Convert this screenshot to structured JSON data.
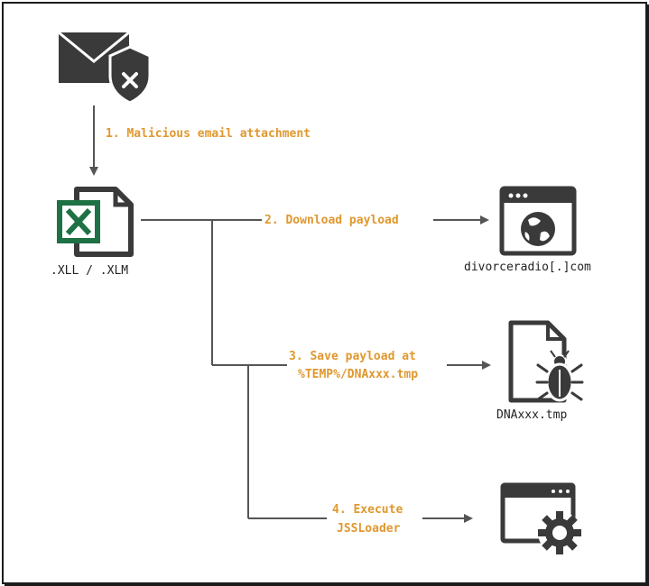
{
  "steps": {
    "step1": "1. Malicious email attachment",
    "step2": "2. Download payload",
    "step3_line1": "3. Save payload at",
    "step3_line2": "%TEMP%/DNAxxx.tmp",
    "step4_line1": "4. Execute",
    "step4_line2": "JSSLoader"
  },
  "nodes": {
    "file_label": ".XLL / .XLM",
    "website_label": "divorceradio[.]com",
    "tmp_label": "DNAxxx.tmp"
  },
  "colors": {
    "icon": "#3a3a3a",
    "excel_green": "#1e7145",
    "label_orange": "#e0982e",
    "line": "#555555"
  },
  "icons": [
    "email-shield-icon",
    "excel-file-icon",
    "browser-globe-icon",
    "file-bug-icon",
    "window-gear-icon"
  ]
}
